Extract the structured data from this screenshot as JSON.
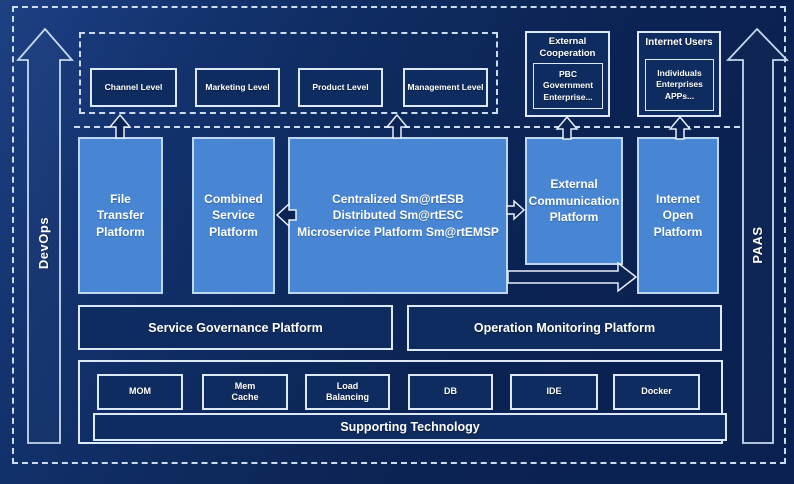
{
  "rails": {
    "left_label": "DevOps",
    "right_label": "PAAS"
  },
  "levels": {
    "items": [
      {
        "label": "Channel Level"
      },
      {
        "label": "Marketing Level"
      },
      {
        "label": "Product Level"
      },
      {
        "label": "Management Level"
      }
    ]
  },
  "external_cooperation": {
    "title": [
      "External",
      "Cooperation"
    ],
    "members": [
      "PBC Government",
      "Enterprise..."
    ]
  },
  "internet_users": {
    "title": "Internet Users",
    "members": [
      "Individuals",
      "Enterprises",
      "APPs..."
    ]
  },
  "platforms": {
    "file_transfer": [
      "File",
      "Transfer",
      "Platform"
    ],
    "combined_service": [
      "Combined",
      "Service",
      "Platform"
    ],
    "esb": [
      "Centralized Sm@rtESB",
      "Distributed Sm@rtESC",
      "Microservice Platform Sm@rtEMSP"
    ],
    "external_communication": [
      "External",
      "Communication",
      "Platform"
    ],
    "internet_open": [
      "Internet",
      "Open",
      "Platform"
    ]
  },
  "middleware": {
    "governance": "Service Governance Platform",
    "monitoring": "Operation Monitoring Platform"
  },
  "technology": {
    "items": [
      {
        "label": "MOM"
      },
      {
        "label": [
          "Mem",
          "Cache"
        ]
      },
      {
        "label": [
          "Load",
          "Balancing"
        ]
      },
      {
        "label": "DB"
      },
      {
        "label": "IDE"
      },
      {
        "label": "Docker"
      }
    ],
    "supporting_label": "Supporting Technology"
  },
  "colors": {
    "background": "#0b2352",
    "background_highlight": "#1e4184",
    "platform_fill": "#4886d3",
    "platform_border": "#bdd7f0",
    "panel_fill": "#0f2c60",
    "panel_border": "#dde9f6",
    "dashed_border": "#ccdcf0",
    "text": "#ffffff"
  }
}
